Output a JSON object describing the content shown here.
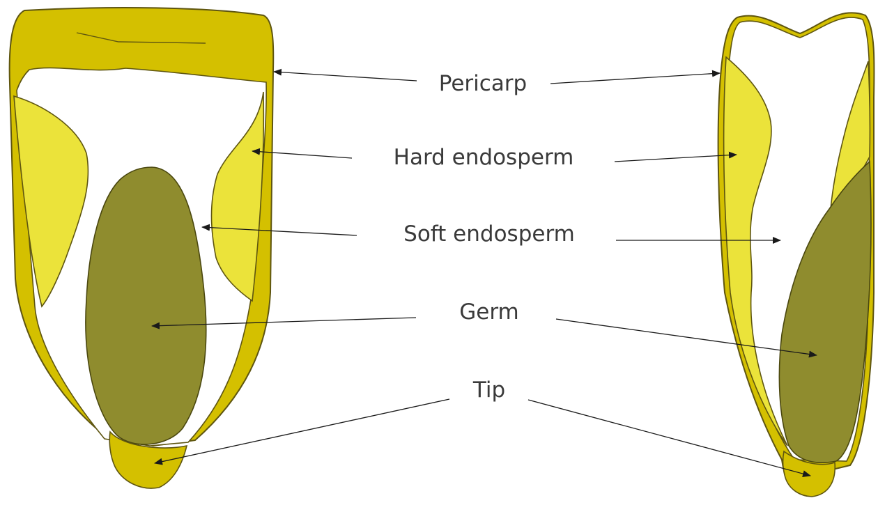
{
  "labels": {
    "pericarp": "Pericarp",
    "hard_endosperm": "Hard endosperm",
    "soft_endosperm": "Soft endosperm",
    "germ": "Germ",
    "tip": "Tip"
  },
  "colors": {
    "pericarp": "#d4c000",
    "hard_endosperm": "#ebe33a",
    "soft_endosperm": "#ffffff",
    "germ": "#8f8c2e",
    "tip": "#d4c000",
    "outline": "#5e5510",
    "arrow": "#1a1a1a",
    "text": "#3a3a3a"
  }
}
